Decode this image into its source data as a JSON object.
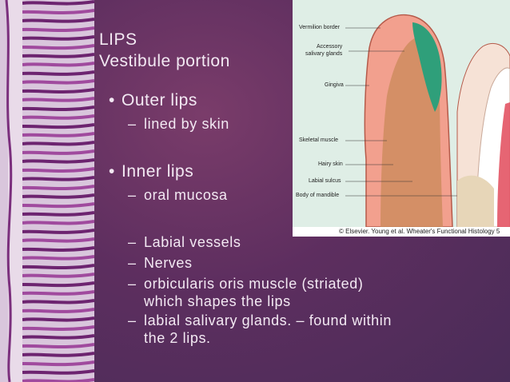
{
  "slide": {
    "title_line1": "LIPS",
    "title_line2": "Vestibule portion",
    "bullets": [
      {
        "label": "Outer lips",
        "sub": "lined by skin"
      },
      {
        "label": "Inner lips",
        "sub": "oral mucosa"
      }
    ],
    "details": [
      "Labial vessels",
      "Nerves",
      "orbicularis oris muscle (striated)",
      "which shapes the lips",
      "labial salivary glands. – found within",
      "the 2 lips."
    ],
    "bullet_glyph": "•",
    "dash_glyph": "–"
  },
  "figure": {
    "labels": [
      "Vermilion border",
      "Accessory",
      "salivary glands",
      "Gingiva",
      "Skeletal muscle",
      "Hairy skin",
      "Labial sulcus",
      "Body of mandible"
    ],
    "caption": "© Elsevier. Young et al. Wheater's Functional Histology 5"
  },
  "colors": {
    "background": "#5d2e5f",
    "text": "#f3e9f3",
    "figure_bg": "#dfeee6",
    "lip_tissue": "#f2a08e",
    "muscle": "#b37448",
    "glands": "#2f9f7a",
    "histology": "#a04a9e"
  }
}
